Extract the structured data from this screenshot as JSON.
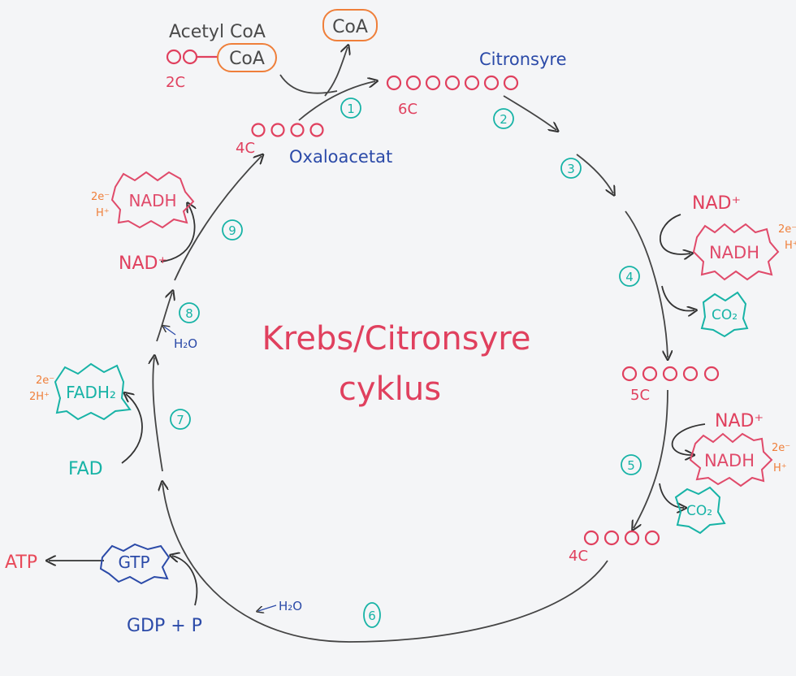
{
  "colors": {
    "red": "#e0405e",
    "pink": "#e04a6a",
    "teal": "#17b3a6",
    "blue": "#2b4aa8",
    "orange": "#ef7f3a",
    "gray": "#4a4a4a",
    "atp_red": "#e84a5a"
  },
  "title": {
    "line1": "Krebs/Citronsyre",
    "line2": "cyklus"
  },
  "molecules": {
    "acetyl_coa_label": "Acetyl CoA",
    "coa_box": "CoA",
    "coa_released": "CoA",
    "acetyl_carbons": "2C",
    "citrate_name": "Citronsyre",
    "citrate_carbons": "6C",
    "oxaloacetate_name": "Oxaloacetat",
    "oxaloacetate_carbons": "4C",
    "alpha_kg_carbons": "5C",
    "succinyl_carbons": "4C"
  },
  "cofactors": {
    "nad_plus": "NAD⁺",
    "nadh": "NADH",
    "co2": "CO₂",
    "fad": "FAD",
    "fadh2": "FADH₂",
    "gtp": "GTP",
    "gdp_p": "GDP + P",
    "atp": "ATP",
    "h2o": "H₂O",
    "two_e": "2e⁻",
    "h_plus": "H⁺",
    "two_h_plus": "2H⁺"
  },
  "steps": [
    "1",
    "2",
    "3",
    "4",
    "5",
    "6",
    "7",
    "8",
    "9"
  ]
}
